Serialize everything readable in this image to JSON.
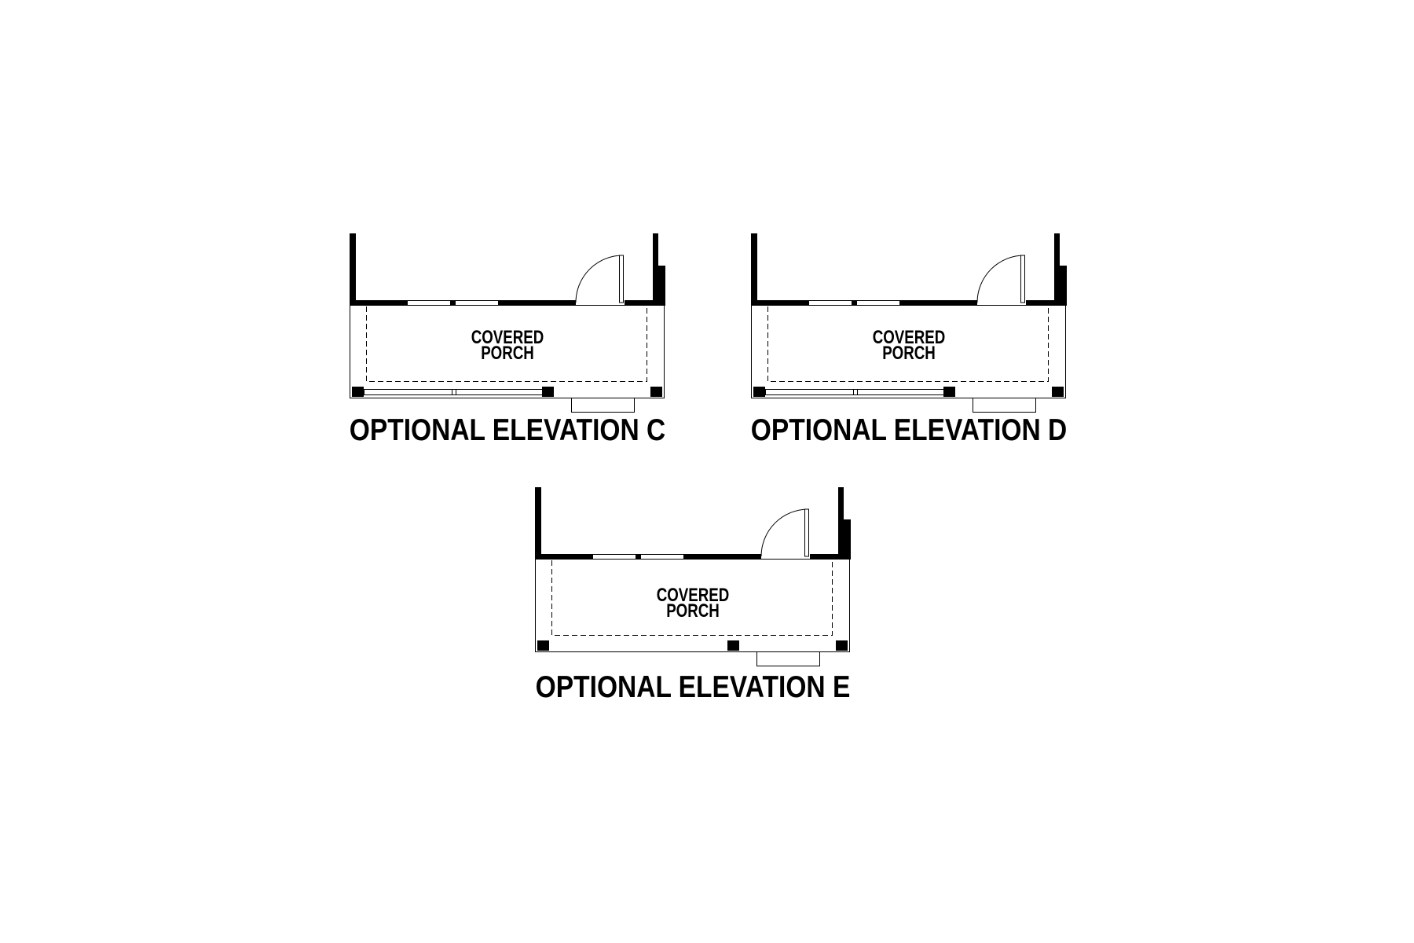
{
  "page": {
    "background_color": "#ffffff",
    "line_color": "#000000"
  },
  "plans": [
    {
      "id": "elevation-c",
      "caption": "OPTIONAL ELEVATION C",
      "area_label": [
        "COVERED",
        "PORCH"
      ],
      "railing": true
    },
    {
      "id": "elevation-d",
      "caption": "OPTIONAL ELEVATION D",
      "area_label": [
        "COVERED",
        "PORCH"
      ],
      "railing": true
    },
    {
      "id": "elevation-e",
      "caption": "OPTIONAL ELEVATION E",
      "area_label": [
        "COVERED",
        "PORCH"
      ],
      "railing": false
    }
  ]
}
